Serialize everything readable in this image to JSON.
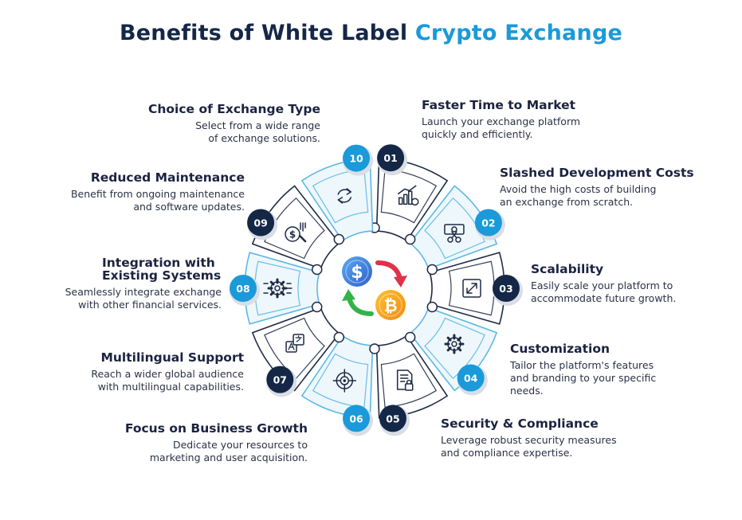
{
  "title": {
    "main": "Benefits of White Label",
    "accent": "Crypto Exchange"
  },
  "colors": {
    "dark": "#142747",
    "blue": "#1a9ad9",
    "outline": "#1f2a44",
    "light_blue": "#5bb8e6"
  },
  "center_icons": [
    "dollar-coin-icon",
    "bitcoin-coin-icon",
    "exchange-arrows-icon"
  ],
  "benefits": [
    {
      "num": "01",
      "title": "Faster Time to Market",
      "desc": [
        "Launch your exchange platform",
        "quickly and efficiently."
      ],
      "icon": "growth-chart-icon"
    },
    {
      "num": "02",
      "title": "Slashed Development Costs",
      "desc": [
        "Avoid the high costs of building",
        "an exchange from scratch."
      ],
      "icon": "cost-cut-icon"
    },
    {
      "num": "03",
      "title": "Scalability",
      "desc": [
        "Easily scale your platform to",
        "accommodate future growth."
      ],
      "icon": "expand-arrows-icon"
    },
    {
      "num": "04",
      "title": "Customization",
      "desc": [
        "Tailor the platform's features",
        "and branding to your specific",
        "needs."
      ],
      "icon": "gear-icon"
    },
    {
      "num": "05",
      "title": "Security & Compliance",
      "desc": [
        "Leverage robust security measures",
        "and compliance expertise."
      ],
      "icon": "secure-document-icon"
    },
    {
      "num": "06",
      "title": "Focus on Business Growth",
      "desc": [
        "Dedicate your resources to",
        "marketing and user acquisition."
      ],
      "icon": "target-icon"
    },
    {
      "num": "07",
      "title": "Multilingual Support",
      "desc": [
        "Reach a wider global audience",
        "with multilingual capabilities."
      ],
      "icon": "translate-icon"
    },
    {
      "num": "08",
      "title": "Integration with Existing Systems",
      "desc": [
        "Seamlessly integrate exchange",
        "with other financial services."
      ],
      "icon": "integration-gear-icon"
    },
    {
      "num": "09",
      "title": "Reduced Maintenance",
      "desc": [
        "Benefit from ongoing maintenance",
        "and software updates."
      ],
      "icon": "maintenance-coin-icon"
    },
    {
      "num": "10",
      "title": "Choice of Exchange Type",
      "desc": [
        "Select from a wide range",
        "of exchange solutions."
      ],
      "icon": "cycle-arrows-icon"
    }
  ]
}
